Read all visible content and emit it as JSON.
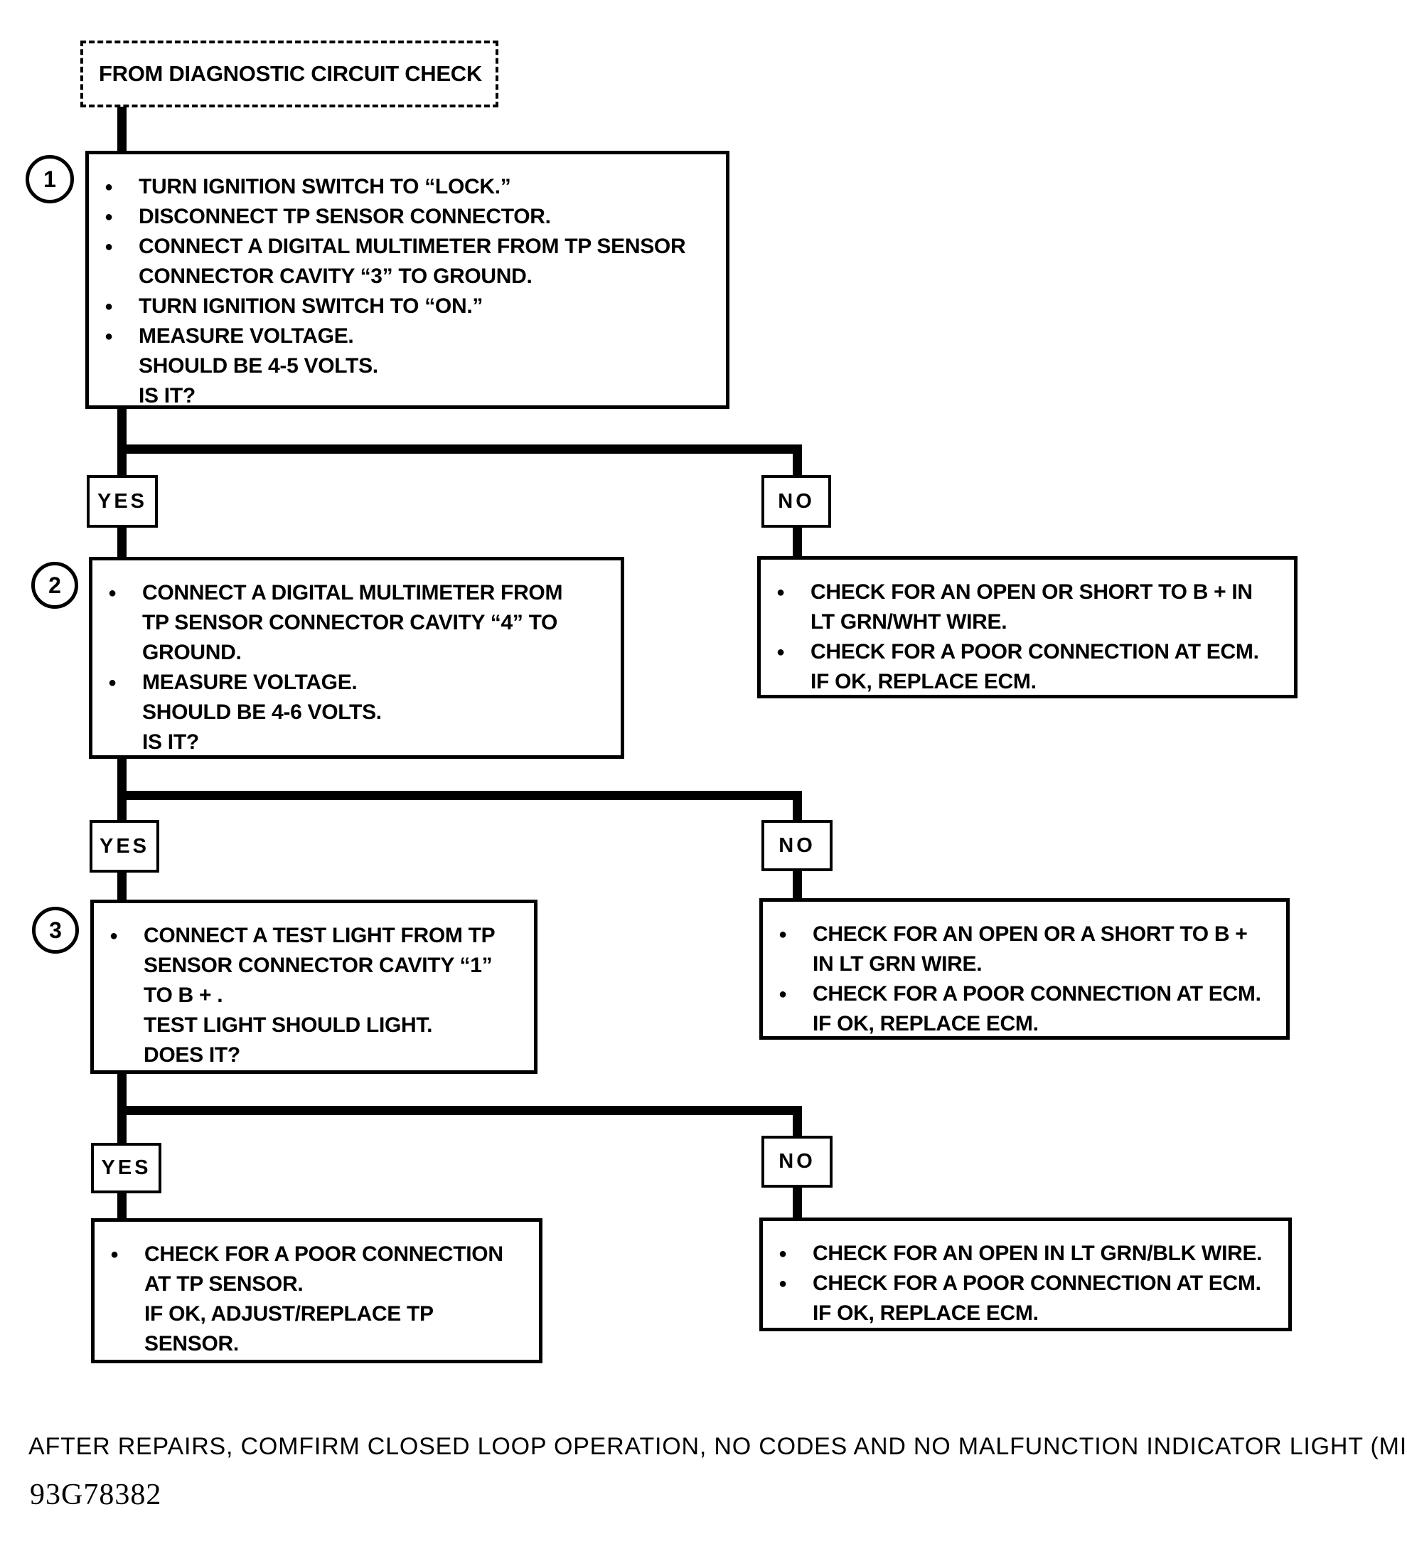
{
  "page": {
    "background_color": "#ffffff",
    "ink_color": "#000000",
    "footer_note": "AFTER REPAIRS, COMFIRM CLOSED LOOP OPERATION, NO CODES AND NO MALFUNCTION INDICATOR LIGHT (MIL).",
    "figure_code": "93G78382"
  },
  "flow": {
    "start_label": "FROM DIAGNOSTIC CIRCUIT CHECK",
    "decision_labels": {
      "yes": "YES",
      "no": "NO"
    },
    "steps": [
      {
        "number": "1",
        "instructions": [
          {
            "bullet": true,
            "text": "TURN IGNITION SWITCH TO “LOCK.”"
          },
          {
            "bullet": true,
            "text": "DISCONNECT TP SENSOR CONNECTOR."
          },
          {
            "bullet": true,
            "text": "CONNECT A DIGITAL MULTIMETER FROM TP SENSOR"
          },
          {
            "bullet": false,
            "text": "CONNECTOR CAVITY “3” TO GROUND."
          },
          {
            "bullet": true,
            "text": "TURN IGNITION SWITCH TO “ON.”"
          },
          {
            "bullet": true,
            "text": "MEASURE VOLTAGE."
          },
          {
            "bullet": false,
            "text": "SHOULD BE 4-5 VOLTS."
          },
          {
            "bullet": false,
            "text": "IS IT?"
          }
        ],
        "no_result": [
          {
            "bullet": true,
            "text": "CHECK FOR AN OPEN OR SHORT TO B + IN"
          },
          {
            "bullet": false,
            "text": "LT GRN/WHT WIRE."
          },
          {
            "bullet": true,
            "text": "CHECK FOR A POOR CONNECTION AT ECM."
          },
          {
            "bullet": false,
            "text": "IF OK, REPLACE ECM."
          }
        ]
      },
      {
        "number": "2",
        "instructions": [
          {
            "bullet": true,
            "text": "CONNECT A DIGITAL MULTIMETER FROM"
          },
          {
            "bullet": false,
            "text": "TP SENSOR CONNECTOR CAVITY “4” TO"
          },
          {
            "bullet": false,
            "text": "GROUND."
          },
          {
            "bullet": true,
            "text": "MEASURE VOLTAGE."
          },
          {
            "bullet": false,
            "text": "SHOULD BE 4-6 VOLTS."
          },
          {
            "bullet": false,
            "text": "IS IT?"
          }
        ],
        "no_result": [
          {
            "bullet": true,
            "text": "CHECK FOR AN OPEN OR A SHORT TO B +"
          },
          {
            "bullet": false,
            "text": "IN LT GRN WIRE."
          },
          {
            "bullet": true,
            "text": "CHECK FOR A POOR CONNECTION AT ECM."
          },
          {
            "bullet": false,
            "text": "IF OK, REPLACE ECM."
          }
        ]
      },
      {
        "number": "3",
        "instructions": [
          {
            "bullet": true,
            "text": "CONNECT A TEST LIGHT FROM TP"
          },
          {
            "bullet": false,
            "text": "SENSOR CONNECTOR CAVITY “1”"
          },
          {
            "bullet": false,
            "text": "TO B + ."
          },
          {
            "bullet": false,
            "text": "TEST LIGHT SHOULD LIGHT."
          },
          {
            "bullet": false,
            "text": "DOES IT?"
          }
        ],
        "no_result": [
          {
            "bullet": true,
            "text": "CHECK FOR AN OPEN IN LT GRN/BLK WIRE."
          },
          {
            "bullet": true,
            "text": "CHECK FOR A POOR CONNECTION AT ECM."
          },
          {
            "bullet": false,
            "text": "IF OK, REPLACE ECM."
          }
        ],
        "yes_result": [
          {
            "bullet": true,
            "text": "CHECK FOR A POOR CONNECTION"
          },
          {
            "bullet": false,
            "text": "AT TP SENSOR."
          },
          {
            "bullet": false,
            "text": "IF OK, ADJUST/REPLACE TP"
          },
          {
            "bullet": false,
            "text": "SENSOR."
          }
        ]
      }
    ]
  }
}
